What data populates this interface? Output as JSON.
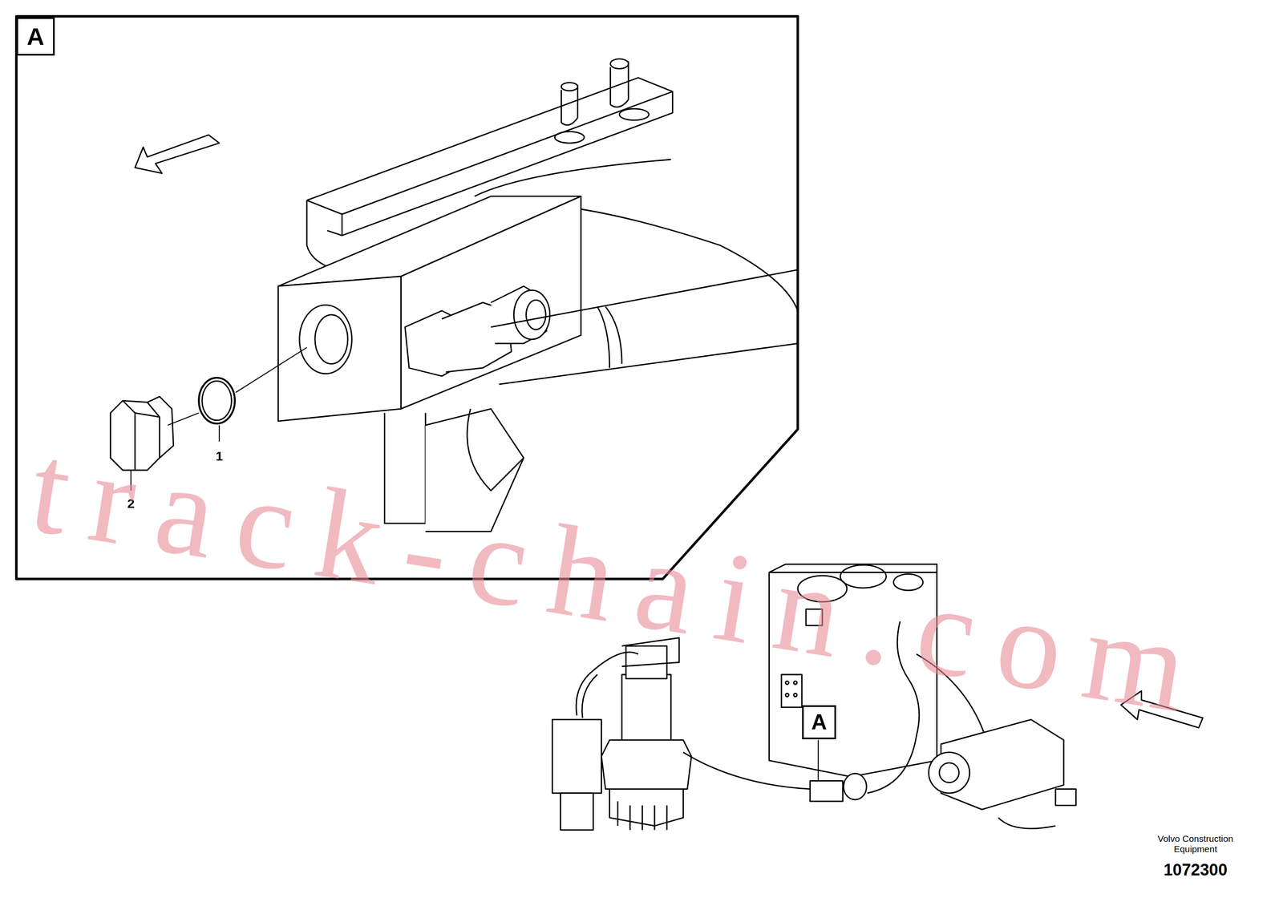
{
  "diagram": {
    "nodes": [
      {
        "text": [
          "A"
        ]
      },
      {
        "text": [
          "A"
        ]
      }
    ],
    "labels": [
      "1",
      "2",
      "Volvo Construction Equipment",
      "1072300",
      "track-chain.com"
    ]
  }
}
